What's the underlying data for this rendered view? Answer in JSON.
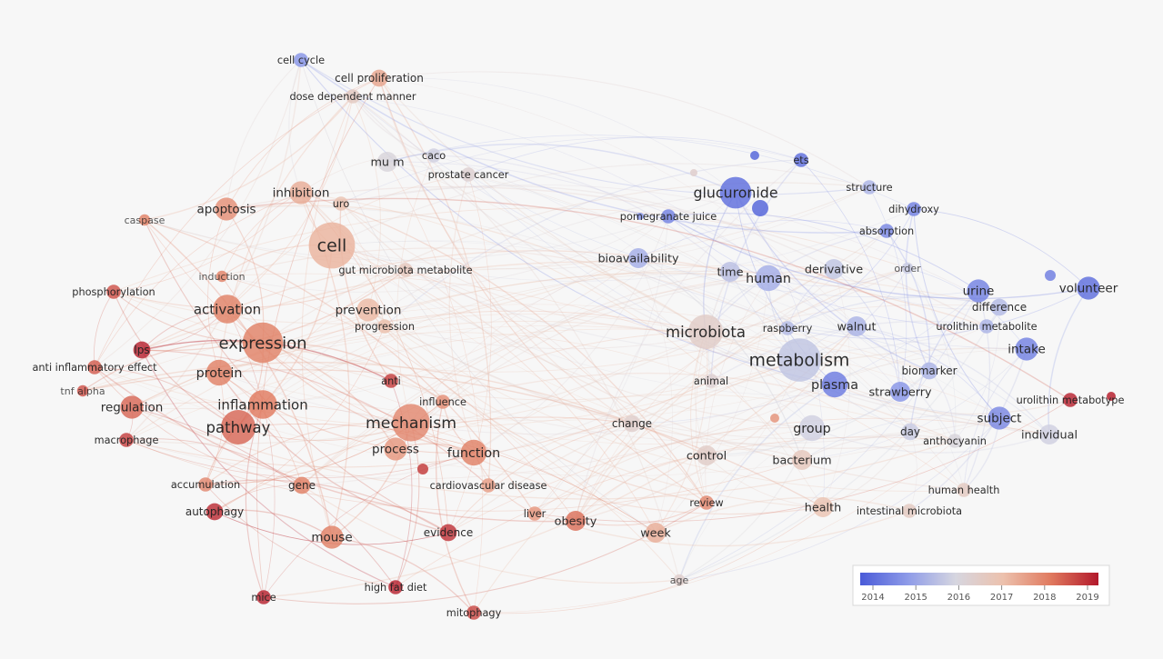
{
  "colorscale": {
    "ticks": [
      "2014",
      "2015",
      "2016",
      "2017",
      "2018",
      "2019"
    ],
    "colors": [
      "#4a5bd8",
      "#8e9be8",
      "#d6d6e0",
      "#ecc1ad",
      "#e07a5f",
      "#b2182b"
    ]
  },
  "nodes": [
    {
      "id": "cell-cycle",
      "label": "cell cycle",
      "year": 2014.9,
      "weight": 3
    },
    {
      "id": "cell-proliferation",
      "label": "cell proliferation",
      "year": 2017.4,
      "weight": 4
    },
    {
      "id": "dose-dependent-manner",
      "label": "dose dependent manner",
      "year": 2016.6,
      "weight": 3
    },
    {
      "id": "mu-m",
      "label": "mu m",
      "year": 2016.1,
      "weight": 5
    },
    {
      "id": "caco",
      "label": "caco",
      "year": 2015.9,
      "weight": 3
    },
    {
      "id": "prostate-cancer",
      "label": "prostate cancer",
      "year": 2016.3,
      "weight": 3
    },
    {
      "id": "inhibition",
      "label": "inhibition",
      "year": 2017.3,
      "weight": 6
    },
    {
      "id": "uro",
      "label": "uro",
      "year": 2016.9,
      "weight": 3
    },
    {
      "id": "apoptosis",
      "label": "apoptosis",
      "year": 2017.7,
      "weight": 6
    },
    {
      "id": "caspase",
      "label": "caspase",
      "year": 2017.9,
      "weight": 2
    },
    {
      "id": "cell",
      "label": "cell",
      "year": 2017.2,
      "weight": 14
    },
    {
      "id": "gut-microbiota-metabolite",
      "label": "gut microbiota metabolite",
      "year": 2016.7,
      "weight": 3
    },
    {
      "id": "induction",
      "label": "induction",
      "year": 2017.9,
      "weight": 2
    },
    {
      "id": "phosphorylation",
      "label": "phosphorylation",
      "year": 2018.4,
      "weight": 3
    },
    {
      "id": "activation",
      "label": "activation",
      "year": 2017.9,
      "weight": 8
    },
    {
      "id": "prevention",
      "label": "prevention",
      "year": 2017.1,
      "weight": 6
    },
    {
      "id": "progression",
      "label": "progression",
      "year": 2017.0,
      "weight": 3
    },
    {
      "id": "expression",
      "label": "expression",
      "year": 2017.9,
      "weight": 12
    },
    {
      "id": "lps",
      "label": "lps",
      "year": 2018.9,
      "weight": 4
    },
    {
      "id": "anti-inflammatory-effect",
      "label": "anti inflammatory effect",
      "year": 2018.3,
      "weight": 3
    },
    {
      "id": "protein",
      "label": "protein",
      "year": 2017.9,
      "weight": 7
    },
    {
      "id": "anti",
      "label": "anti",
      "year": 2018.6,
      "weight": 3
    },
    {
      "id": "tnf-alpha",
      "label": "tnf alpha",
      "year": 2018.4,
      "weight": 2
    },
    {
      "id": "regulation",
      "label": "regulation",
      "year": 2018.2,
      "weight": 6
    },
    {
      "id": "inflammation",
      "label": "inflammation",
      "year": 2018.0,
      "weight": 8
    },
    {
      "id": "influence",
      "label": "influence",
      "year": 2017.7,
      "weight": 3
    },
    {
      "id": "mechanism",
      "label": "mechanism",
      "year": 2017.8,
      "weight": 11
    },
    {
      "id": "pathway",
      "label": "pathway",
      "year": 2018.2,
      "weight": 10
    },
    {
      "id": "macrophage",
      "label": "macrophage",
      "year": 2018.6,
      "weight": 3
    },
    {
      "id": "process",
      "label": "process",
      "year": 2017.6,
      "weight": 6
    },
    {
      "id": "function",
      "label": "function",
      "year": 2017.9,
      "weight": 7
    },
    {
      "id": "accumulation",
      "label": "accumulation",
      "year": 2017.8,
      "weight": 3
    },
    {
      "id": "gene",
      "label": "gene",
      "year": 2017.9,
      "weight": 4
    },
    {
      "id": "cardiovascular-disease",
      "label": "cardiovascular disease",
      "year": 2017.5,
      "weight": 3
    },
    {
      "id": "autophagy",
      "label": "autophagy",
      "year": 2018.8,
      "weight": 4
    },
    {
      "id": "mouse",
      "label": "mouse",
      "year": 2017.9,
      "weight": 6
    },
    {
      "id": "evidence",
      "label": "evidence",
      "year": 2018.7,
      "weight": 4
    },
    {
      "id": "liver",
      "label": "liver",
      "year": 2017.6,
      "weight": 3
    },
    {
      "id": "obesity",
      "label": "obesity",
      "year": 2018.1,
      "weight": 5
    },
    {
      "id": "week",
      "label": "week",
      "year": 2017.3,
      "weight": 5
    },
    {
      "id": "review",
      "label": "review",
      "year": 2017.8,
      "weight": 3
    },
    {
      "id": "age",
      "label": "age",
      "year": 2016.4,
      "weight": 2
    },
    {
      "id": "mice",
      "label": "mice",
      "year": 2018.9,
      "weight": 3
    },
    {
      "id": "high-fat-diet",
      "label": "high fat diet",
      "year": 2018.9,
      "weight": 3
    },
    {
      "id": "mitophagy",
      "label": "mitophagy",
      "year": 2018.5,
      "weight": 3
    },
    {
      "id": "glucuronide",
      "label": "glucuronide",
      "year": 2014.3,
      "weight": 9
    },
    {
      "id": "pomegranate-juice",
      "label": "pomegranate juice",
      "year": 2014.6,
      "weight": 3
    },
    {
      "id": "bioavailability",
      "label": "bioavailability",
      "year": 2015.3,
      "weight": 5
    },
    {
      "id": "time",
      "label": "time",
      "year": 2015.6,
      "weight": 5
    },
    {
      "id": "human",
      "label": "human",
      "year": 2015.3,
      "weight": 7
    },
    {
      "id": "derivative",
      "label": "derivative",
      "year": 2015.7,
      "weight": 5
    },
    {
      "id": "order",
      "label": "order",
      "year": 2015.8,
      "weight": 2
    },
    {
      "id": "ets",
      "label": "ets",
      "year": 2014.3,
      "weight": 3
    },
    {
      "id": "structure",
      "label": "structure",
      "year": 2015.4,
      "weight": 3
    },
    {
      "id": "dihydroxy",
      "label": "dihydroxy",
      "year": 2014.6,
      "weight": 3
    },
    {
      "id": "absorption",
      "label": "absorption",
      "year": 2014.7,
      "weight": 3
    },
    {
      "id": "urine",
      "label": "urine",
      "year": 2014.6,
      "weight": 6
    },
    {
      "id": "difference",
      "label": "difference",
      "year": 2015.5,
      "weight": 4
    },
    {
      "id": "volunteer",
      "label": "volunteer",
      "year": 2014.3,
      "weight": 6
    },
    {
      "id": "urolithin-metabolite",
      "label": "urolithin metabolite",
      "year": 2015.4,
      "weight": 3
    },
    {
      "id": "microbiota",
      "label": "microbiota",
      "year": 2016.5,
      "weight": 10
    },
    {
      "id": "raspberry",
      "label": "raspberry",
      "year": 2015.5,
      "weight": 3
    },
    {
      "id": "walnut",
      "label": "walnut",
      "year": 2015.4,
      "weight": 5
    },
    {
      "id": "metabolism",
      "label": "metabolism",
      "year": 2015.7,
      "weight": 13
    },
    {
      "id": "intake",
      "label": "intake",
      "year": 2014.6,
      "weight": 6
    },
    {
      "id": "biomarker",
      "label": "biomarker",
      "year": 2015.4,
      "weight": 4
    },
    {
      "id": "plasma",
      "label": "plasma",
      "year": 2014.5,
      "weight": 7
    },
    {
      "id": "strawberry",
      "label": "strawberry",
      "year": 2014.9,
      "weight": 5
    },
    {
      "id": "animal",
      "label": "animal",
      "year": 2016.3,
      "weight": 3
    },
    {
      "id": "urolithin-metabotype",
      "label": "urolithin metabotype",
      "year": 2018.9,
      "weight": 3
    },
    {
      "id": "change",
      "label": "change",
      "year": 2016.4,
      "weight": 4
    },
    {
      "id": "group",
      "label": "group",
      "year": 2015.9,
      "weight": 7
    },
    {
      "id": "subject",
      "label": "subject",
      "year": 2014.7,
      "weight": 6
    },
    {
      "id": "day",
      "label": "day",
      "year": 2015.8,
      "weight": 4
    },
    {
      "id": "anthocyanin",
      "label": "anthocyanin",
      "year": 2016.1,
      "weight": 3
    },
    {
      "id": "individual",
      "label": "individual",
      "year": 2015.9,
      "weight": 5
    },
    {
      "id": "control",
      "label": "control",
      "year": 2016.5,
      "weight": 5
    },
    {
      "id": "bacterium",
      "label": "bacterium",
      "year": 2016.7,
      "weight": 5
    },
    {
      "id": "human-health",
      "label": "human health",
      "year": 2016.6,
      "weight": 3
    },
    {
      "id": "health",
      "label": "health",
      "year": 2016.9,
      "weight": 5
    },
    {
      "id": "intestinal-microbiota",
      "label": "intestinal microbiota",
      "year": 2016.6,
      "weight": 3
    }
  ]
}
